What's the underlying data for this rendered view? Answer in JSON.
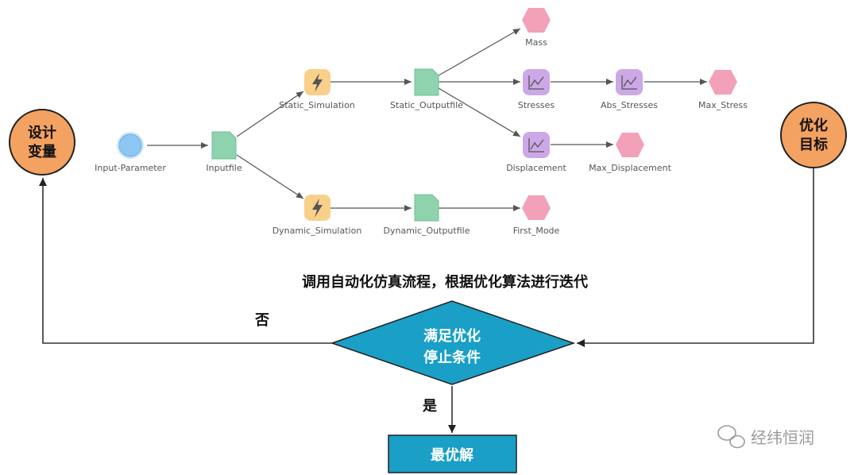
{
  "colors": {
    "orange_circle": "#F4A261",
    "diamond": "#1A9FC7",
    "box": "#1A9FC7",
    "sim_node": "#F9D08A",
    "file_node": "#8FD3AE",
    "chart_node": "#CDA8E6",
    "target_node": "#F2A1B8",
    "param_node": "#8EC6F2"
  },
  "workflow": {
    "input_parameter": "Input-Parameter",
    "inputfile": "Inputfile",
    "static_simulation": "Static_Simulation",
    "static_outputfile": "Static_Outputfile",
    "mass": "Mass",
    "stresses": "Stresses",
    "abs_stresses": "Abs_Stresses",
    "max_stress": "Max_Stress",
    "displacement": "Displacement",
    "max_displacement": "Max_Displacement",
    "dynamic_simulation": "Dynamic_Simulation",
    "dynamic_outputfile": "Dynamic_Outputfile",
    "first_mode": "First_Mode"
  },
  "loop": {
    "design_variables_line1": "设计",
    "design_variables_line2": "变量",
    "objective_line1": "优化",
    "objective_line2": "目标",
    "caption": "调用自动化仿真流程，根据优化算法进行迭代",
    "no_label": "否",
    "yes_label": "是",
    "decision_line1": "满足优化",
    "decision_line2": "停止条件",
    "result": "最优解"
  },
  "watermark": "经纬恒润"
}
